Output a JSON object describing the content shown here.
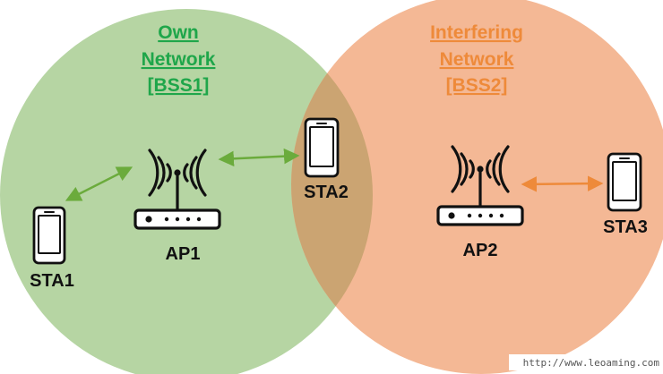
{
  "colors": {
    "own_fill": "#b6d5a3",
    "own_text": "#1fa64a",
    "interfering_fill": "#f4b895",
    "interfering_text": "#ee8a3a",
    "overlap_fill": "#cba472",
    "green_arrow": "#6bab3c",
    "orange_arrow": "#ee8a3a",
    "device": "#111111"
  },
  "own_network": {
    "title_lines": [
      "Own",
      "Network",
      "[BSS1]"
    ]
  },
  "interfering_network": {
    "title_lines": [
      "Interfering",
      "Network",
      "[BSS2]"
    ]
  },
  "devices": {
    "ap1": "AP1",
    "ap2": "AP2",
    "sta1": "STA1",
    "sta2": "STA2",
    "sta3": "STA3"
  },
  "icons": {
    "access_point": "wifi-router-icon",
    "station": "smartphone-icon"
  },
  "watermark": "http://www.leoaming.com"
}
